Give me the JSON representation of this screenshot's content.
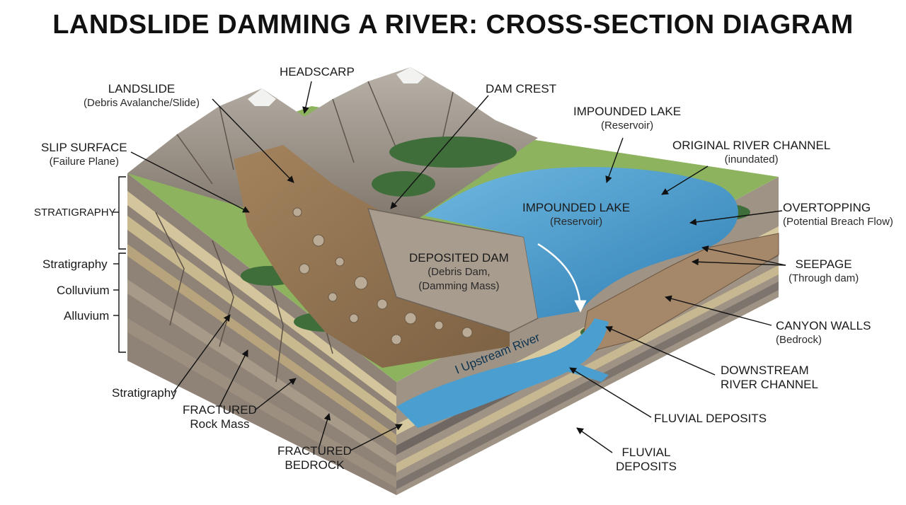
{
  "title": "LANDSLIDE DAMMING A RIVER: CROSS-SECTION DIAGRAM",
  "labels": {
    "headscarp": "HEADSCARP",
    "landslide": "LANDSLIDE",
    "landslide_sub": "(Debris Avalanche/Slide)",
    "dam_crest": "DAM CREST",
    "impounded_lake_top": "IMPOUNDED LAKE",
    "impounded_lake_top_sub": "(Reservoir)",
    "original_channel": "ORIGINAL RIVER CHANNEL",
    "original_channel_sub": "(inundated)",
    "slip_surface": "SLIP SURFACE",
    "slip_surface_sub": "(Failure Plane)",
    "stratigraphy_upper": "STRATIGRAPHY",
    "impounded_lake_mid": "IMPOUNDED LAKE",
    "impounded_lake_mid_sub": "(Reservoir)",
    "overtopping": "OVERTOPPING",
    "overtopping_sub": "(Potential Breach Flow)",
    "stratigraphy_a": "Stratigraphy",
    "colluvium": "Colluvium",
    "alluvium": "Alluvium",
    "deposited_dam": "DEPOSITED DAM",
    "deposited_dam_sub1": "(Debris Dam,",
    "deposited_dam_sub2": "(Damming Mass)",
    "seepage": "SEEPAGE",
    "seepage_sub": "(Through dam)",
    "canyon_walls": "CANYON WALLS",
    "canyon_walls_sub": "(Bedrock)",
    "downstream_1": "DOWNSTREAM",
    "downstream_2": "RIVER CHANNEL",
    "stratigraphy_b": "Stratigraphy",
    "fractured_rock_1": "FRACTURED",
    "fractured_rock_2": "Rock Mass",
    "fluvial_deposits_a": "FLUVIAL DEPOSITS",
    "fractured_bedrock_1": "FRACTURED",
    "fractured_bedrock_2": "BEDROCK",
    "fluvial_deposits_b1": "FLUVIAL",
    "fluvial_deposits_b2": "DEPOSITS",
    "upstream_river": "I Upstream River"
  },
  "colors": {
    "water": "#4a9fd0",
    "water_dark": "#2f7fb5",
    "rock": "#8a7f74",
    "debris": "#9a7b58",
    "grass": "#7fa457",
    "forest": "#3f6e3a",
    "snow": "#f2f2f0"
  }
}
